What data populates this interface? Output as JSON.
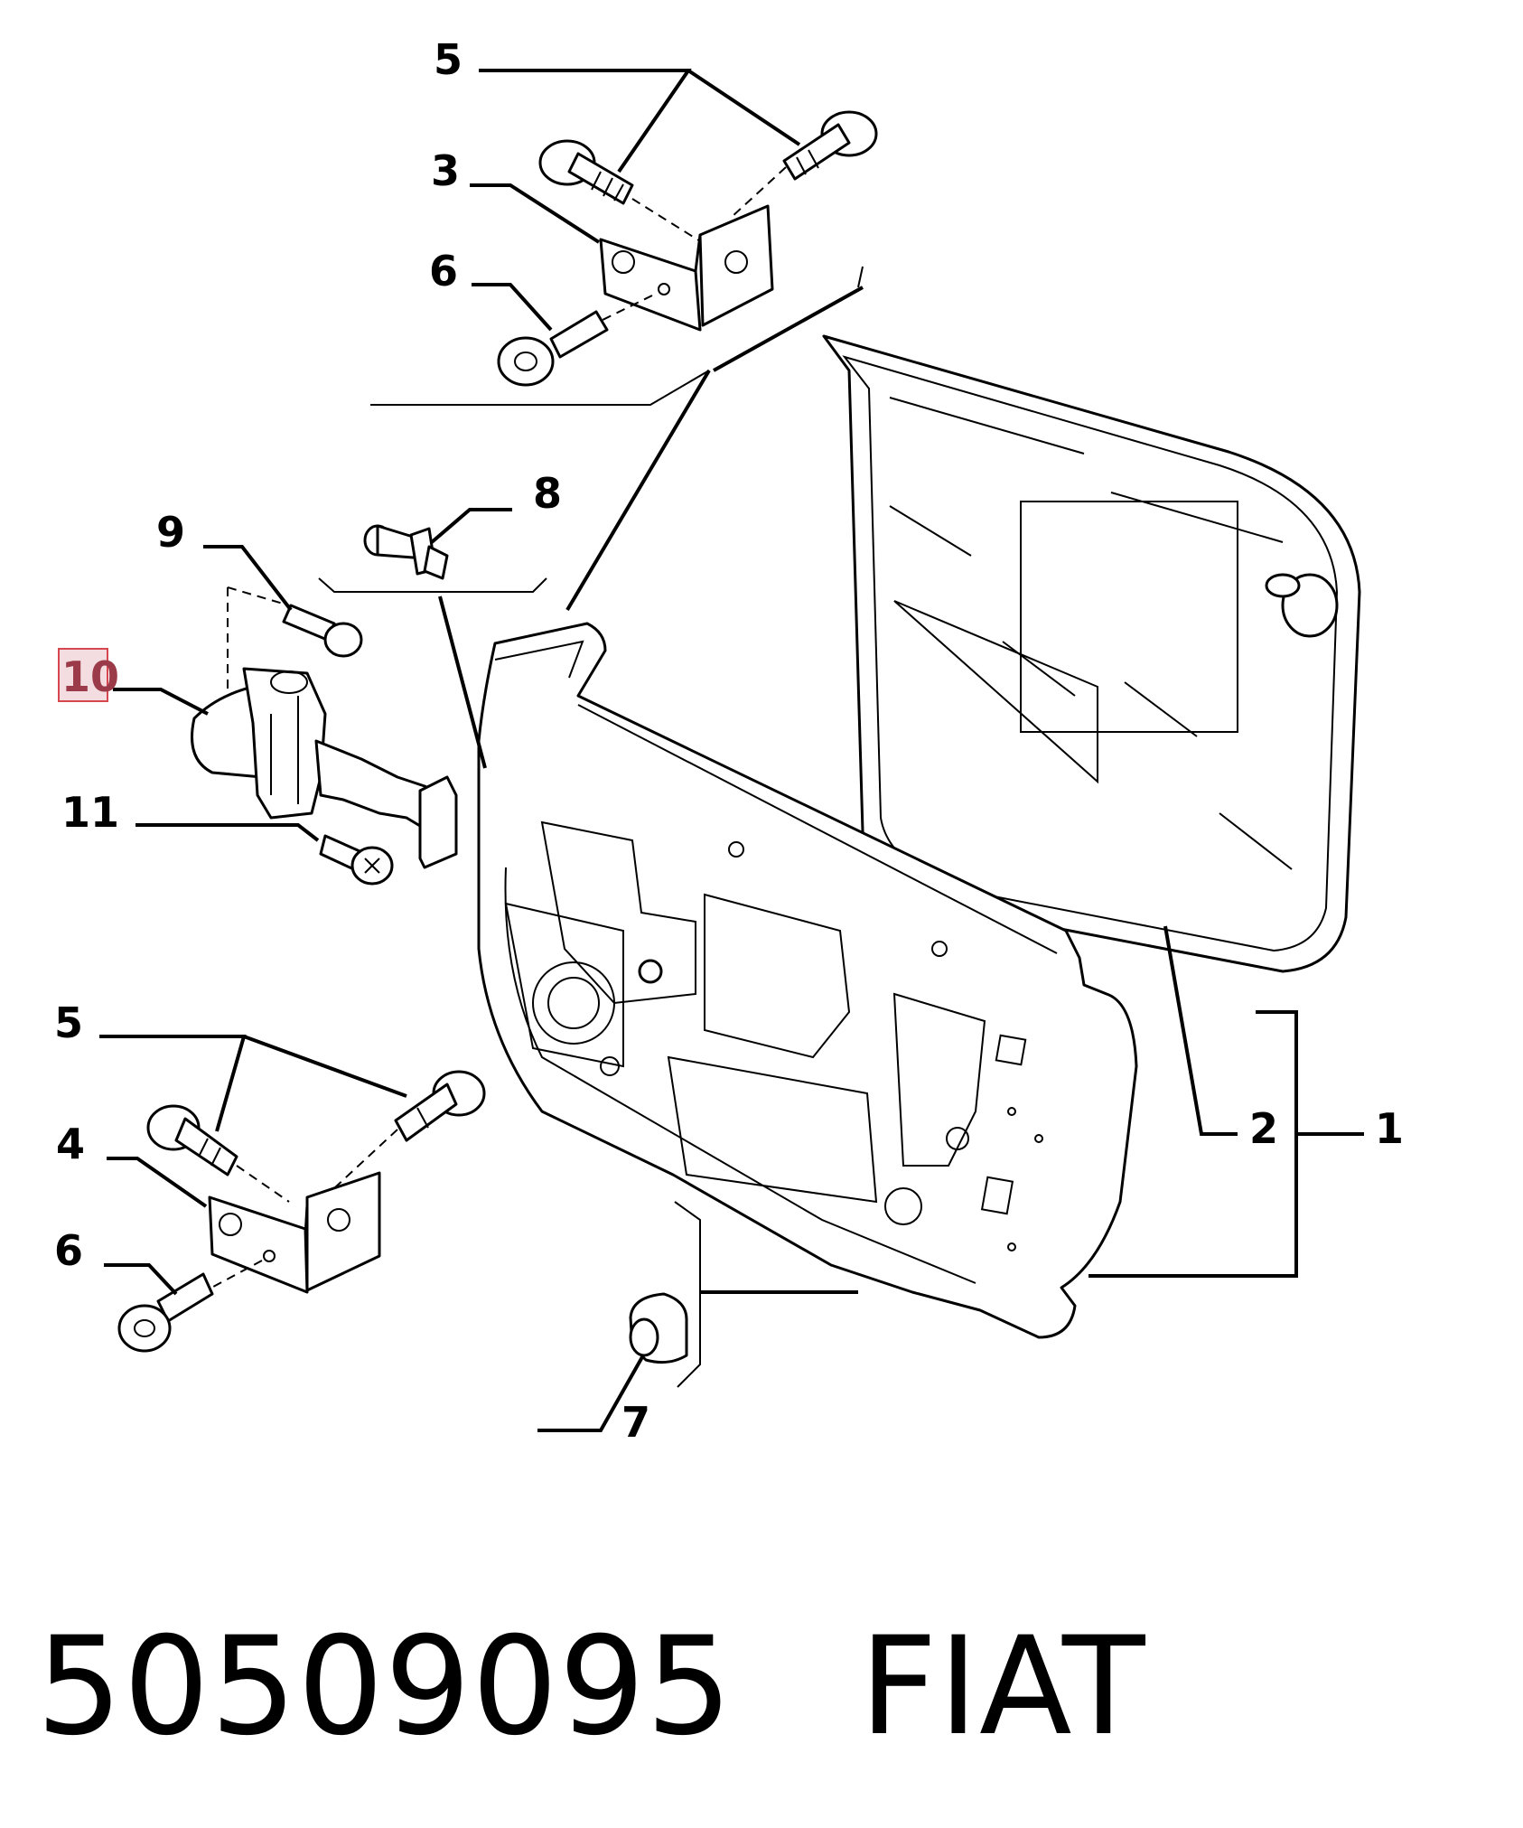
{
  "diagram": {
    "callouts": {
      "c1": "1",
      "c2": "2",
      "c3": "3",
      "c4": "4",
      "c5_top": "5",
      "c5_bottom": "5",
      "c6_top": "6",
      "c6_bottom": "6",
      "c7": "7",
      "c8": "8",
      "c9": "9",
      "c10": "10",
      "c11": "11"
    },
    "highlighted_callout": "10",
    "highlight_color": "#d6474f"
  },
  "footer": {
    "part_number": "50509095",
    "brand": "FIAT"
  }
}
